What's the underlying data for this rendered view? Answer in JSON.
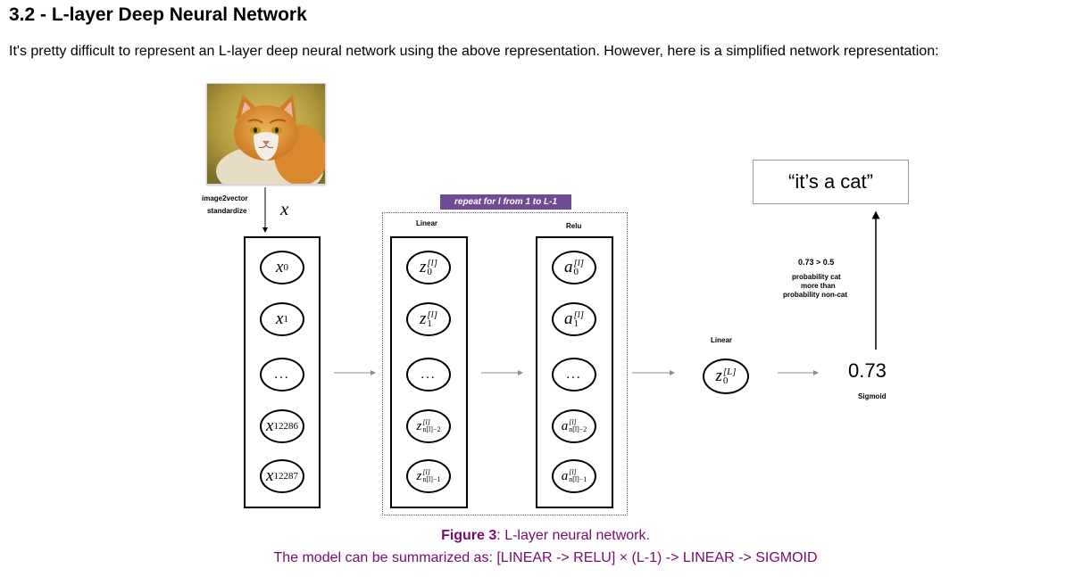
{
  "section": {
    "title": "3.2 - L-layer Deep Neural Network",
    "intro": "It's pretty difficult to represent an L-layer deep neural network using the above representation. However, here is a simplified network representation:"
  },
  "diagram": {
    "preprocess_line1": "image2vector",
    "preprocess_line2": "standardize",
    "input_symbol": "x",
    "repeat_label": "repeat for l from 1 to L-1",
    "linear_label": "Linear",
    "relu_label": "Relu",
    "output_linear_label": "Linear",
    "input_nodes": [
      {
        "base": "x",
        "sub": "0"
      },
      {
        "base": "x",
        "sub": "1"
      },
      {
        "ellipsis": "..."
      },
      {
        "base": "x",
        "sub": "12286"
      },
      {
        "base": "x",
        "sub": "12287"
      }
    ],
    "linear_nodes": [
      {
        "base": "z",
        "sup": "[l]",
        "sub": "0"
      },
      {
        "base": "z",
        "sup": "[l]",
        "sub": "1"
      },
      {
        "ellipsis": "..."
      },
      {
        "base": "z",
        "sup": "[l]",
        "sub": "n[l]−2"
      },
      {
        "base": "z",
        "sup": "[l]",
        "sub": "n[l]−1"
      }
    ],
    "relu_nodes": [
      {
        "base": "a",
        "sup": "[l]",
        "sub": "0"
      },
      {
        "base": "a",
        "sup": "[l]",
        "sub": "1"
      },
      {
        "ellipsis": "..."
      },
      {
        "base": "a",
        "sup": "[l]",
        "sub": "n[l]−2"
      },
      {
        "base": "a",
        "sup": "[l]",
        "sub": "n[l]−1"
      }
    ],
    "output_node": {
      "base": "z",
      "sup": "[L]",
      "sub": "0"
    },
    "probability": "0.73",
    "sigmoid_label": "Sigmoid",
    "threshold_text": "0.73 > 0.5",
    "reason_line1": "probability cat",
    "reason_line2": "more than",
    "reason_line3": "probability non-cat",
    "prediction": "“it’s a cat”",
    "line_color": "#000000",
    "arrow_color": "#8c8c8c",
    "badge_color": "#6d4c93"
  },
  "figure": {
    "label": "Figure 3",
    "caption": ": L-layer neural network.",
    "summary_prefix": "The model can be summarized as: [LINEAR -> RELU] ",
    "summary_times": "×",
    "summary_suffix": " (L-1) -> LINEAR -> SIGMOID",
    "caption_color": "#7b0a6e"
  }
}
